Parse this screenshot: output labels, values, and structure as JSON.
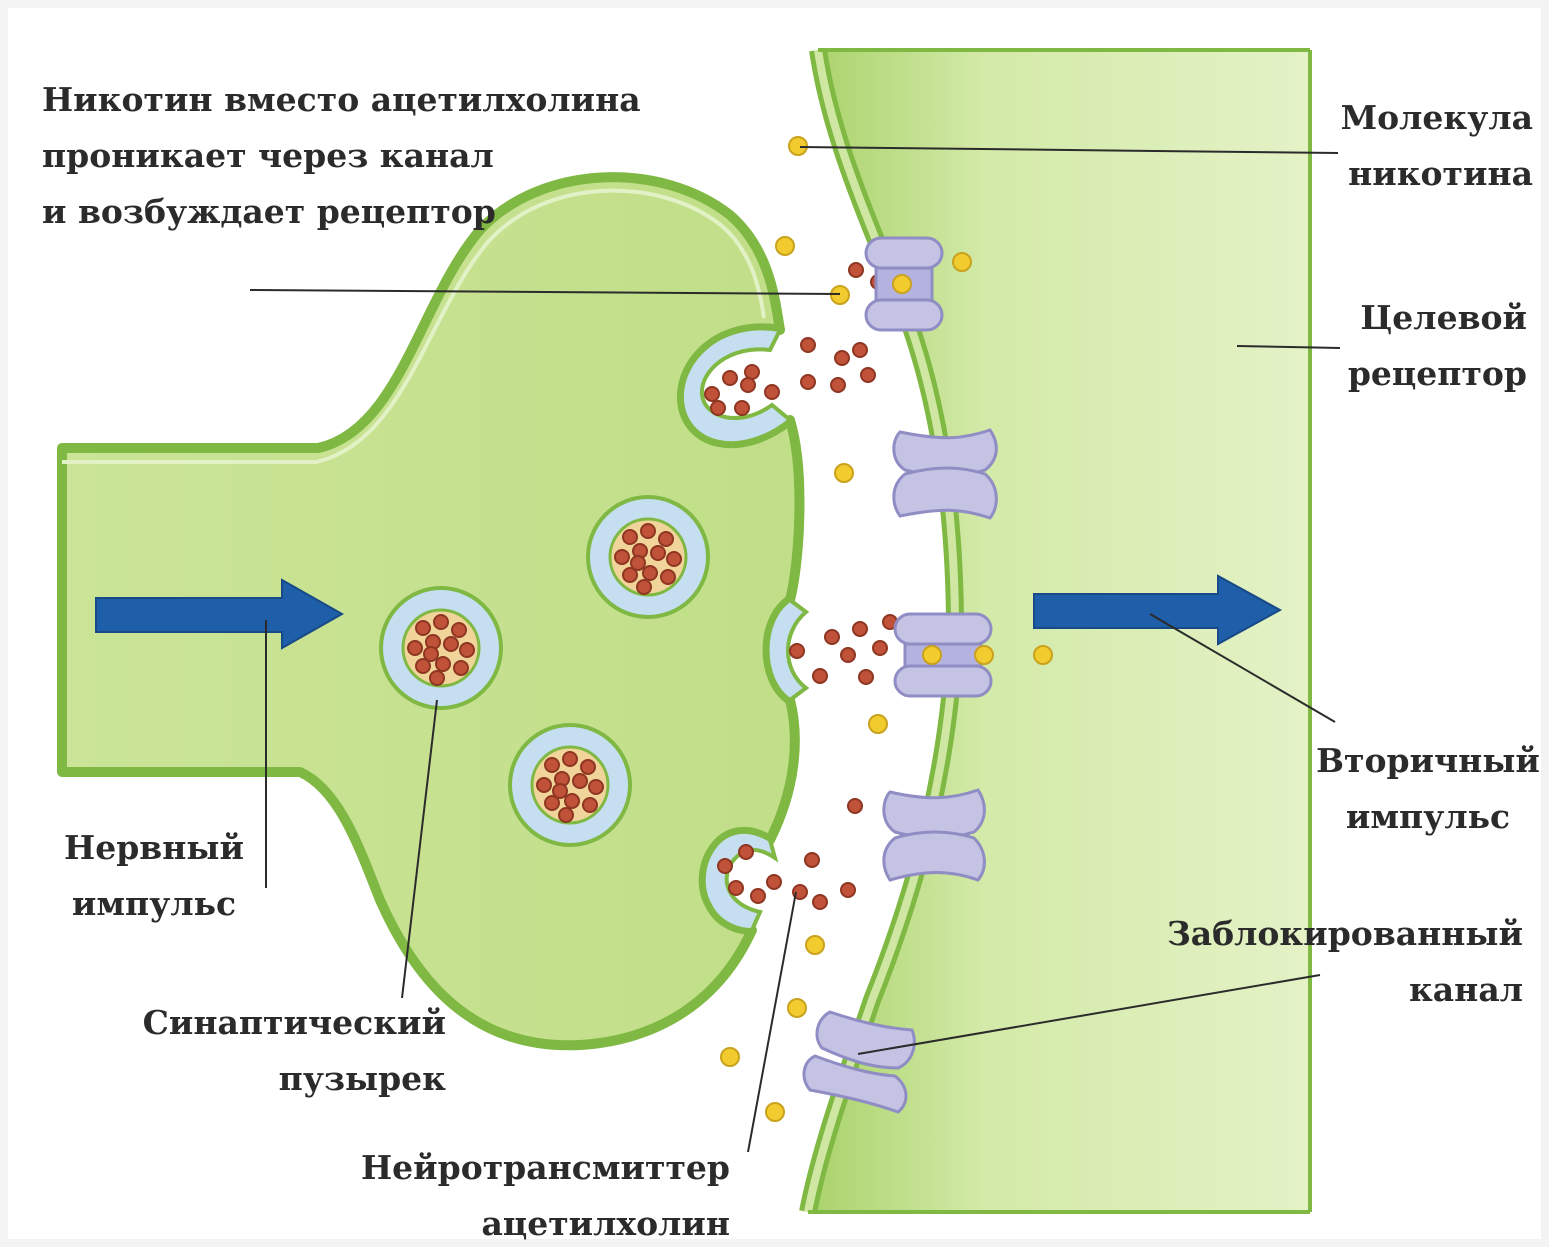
{
  "labels": {
    "nicotine_note": [
      "Никотин вместо ацетилхолина",
      "проникает через канал",
      "и возбуждает рецептор"
    ],
    "nicotine_molecule": [
      "Молекула",
      "никотина"
    ],
    "target_receptor": [
      "Целевой",
      "рецептор"
    ],
    "secondary_impulse": [
      "Вторичный",
      "импульс"
    ],
    "blocked_channel": [
      "Заблокированный",
      "канал"
    ],
    "nerve_impulse": [
      "Нервный",
      "импульс"
    ],
    "synaptic_vesicle": [
      "Синаптический",
      "пузырек"
    ],
    "neurotransmitter": [
      "Нейротрансмиттер",
      "ацетилхолин"
    ]
  },
  "colors": {
    "cell_fill": "#c8e28f",
    "cell_edge": "#7fb843",
    "vesicle_ring": "#c5def0",
    "acetylcholine": "#c0523a",
    "nicotine": "#f2cc2e",
    "receptor": "#c4c3e4",
    "arrow": "#1f5ea8"
  }
}
